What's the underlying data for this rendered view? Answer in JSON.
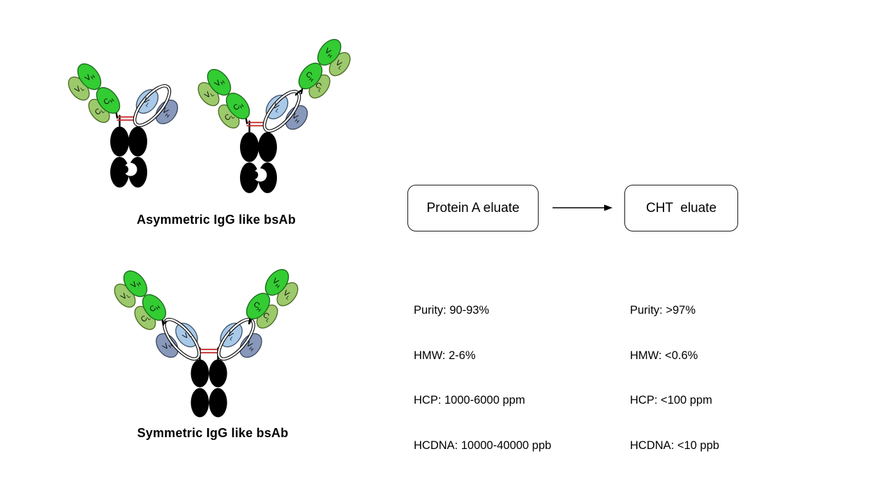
{
  "slide": {
    "background": "#ffffff"
  },
  "colors": {
    "heavy_green": "#33cc33",
    "light_green": "#9bc96b",
    "vl_blue": "#a9c9e8",
    "vh_blue": "#8798ba",
    "fc_black": "#000000",
    "hinge_red": "#c32d2d"
  },
  "domains": {
    "VH": {
      "m": "V",
      "s": "H"
    },
    "VL": {
      "m": "V",
      "s": "L"
    },
    "CH": {
      "m": "C",
      "s": "H"
    },
    "CL": {
      "m": "C",
      "s": "L"
    }
  },
  "antibody_diagrams": {
    "asymmetric": {
      "caption": "Asymmetric IgG like bsAb"
    },
    "symmetric": {
      "caption": "Symmetric IgG like bsAb"
    }
  },
  "flowchart": {
    "nodes": [
      {
        "label": "Protein A eluate",
        "stats": [
          "Purity: 90-93%",
          "HMW: 2-6%",
          "HCP: 1000-6000 ppm",
          "HCDNA: 10000-40000 ppb"
        ]
      },
      {
        "label": "CHT  eluate",
        "stats": [
          "Purity: >97%",
          "HMW: <0.6%",
          "HCP: <100 ppm",
          "HCDNA: <10 ppb"
        ]
      }
    ]
  }
}
